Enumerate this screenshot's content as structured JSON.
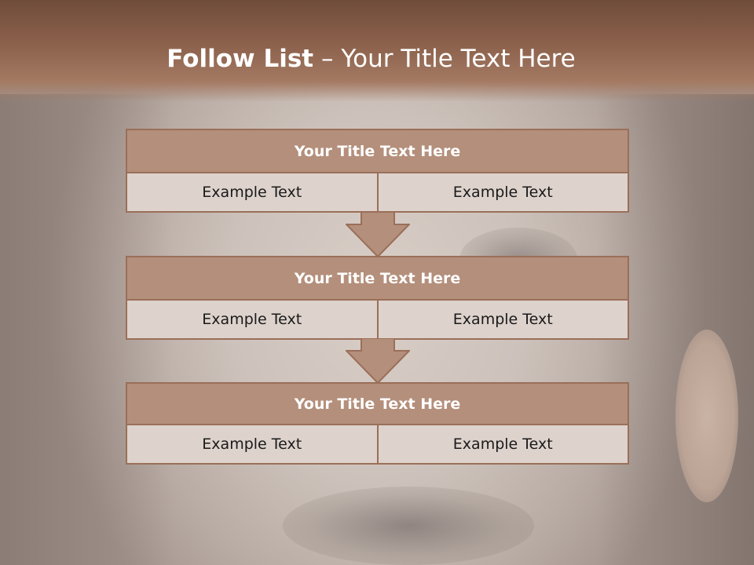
{
  "slide": {
    "title_bold": "Follow List",
    "title_rest": " – Your Title Text Here"
  },
  "blocks": [
    {
      "title": "Your Title Text Here",
      "left": "Example Text",
      "right": "Example Text"
    },
    {
      "title": "Your Title Text Here",
      "left": "Example Text",
      "right": "Example Text"
    },
    {
      "title": "Your Title Text Here",
      "left": "Example Text",
      "right": "Example Text"
    }
  ],
  "colors": {
    "header": "#8d624d",
    "block_title_fill": "#b48f7b",
    "block_border": "#9a6f59",
    "block_cell_fill": "#ddd2cc",
    "arrow_fill": "#b48f7b"
  },
  "icons": [
    "down-arrow-icon"
  ]
}
